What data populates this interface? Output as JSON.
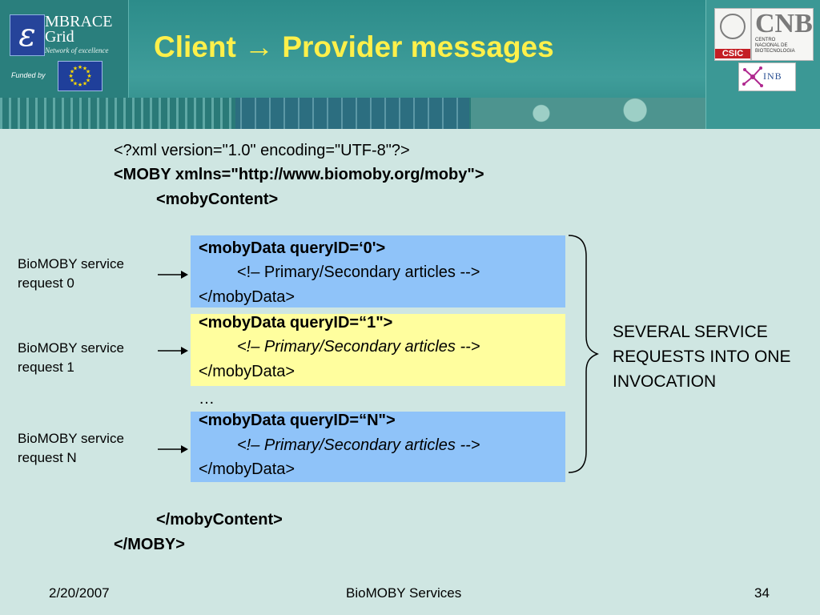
{
  "header": {
    "logo_name": "MBRACE\nGrid",
    "logo_tagline": "Network of excellence",
    "funded_by": "Funded by",
    "title": "Client → Provider messages",
    "csic_label": "CSIC",
    "cnb_mark": "CNB",
    "cnb_subtitle": "CENTRO\nNACIONAL DE\nBIOTECNOLOGIA",
    "inb_label": "INB"
  },
  "xml": {
    "declaration": "<?xml version=\"1.0\" encoding=\"UTF-8\"?>",
    "moby_open": "<MOBY xmlns=\"http://www.biomoby.org/moby\">",
    "content_open": "<mobyContent>",
    "ellipsis": "…",
    "content_close": "</mobyContent>",
    "moby_close": "</MOBY>"
  },
  "requests": [
    {
      "label": "BioMOBY service request 0",
      "open": "<mobyData queryID=‘0'>",
      "comment": "<!– Primary/Secondary articles -->",
      "close": "</mobyData>"
    },
    {
      "label": "BioMOBY service request 1",
      "open": "<mobyData queryID=“1\">",
      "comment": "<!– Primary/Secondary articles -->",
      "close": "</mobyData>"
    },
    {
      "label": "BioMOBY service request N",
      "open": "<mobyData queryID=“N\">",
      "comment": "<!– Primary/Secondary articles -->",
      "close": "</mobyData>"
    }
  ],
  "note": "SEVERAL SERVICE REQUESTS INTO ONE INVOCATION",
  "footer": {
    "date": "2/20/2007",
    "center": "BioMOBY Services",
    "page": "34"
  },
  "colors": {
    "title": "#fff04a",
    "background": "#cfe6e2",
    "box_blue": "#8fc3f9",
    "box_yellow": "#fffe9e",
    "header_teal": "#3f9d9a"
  }
}
